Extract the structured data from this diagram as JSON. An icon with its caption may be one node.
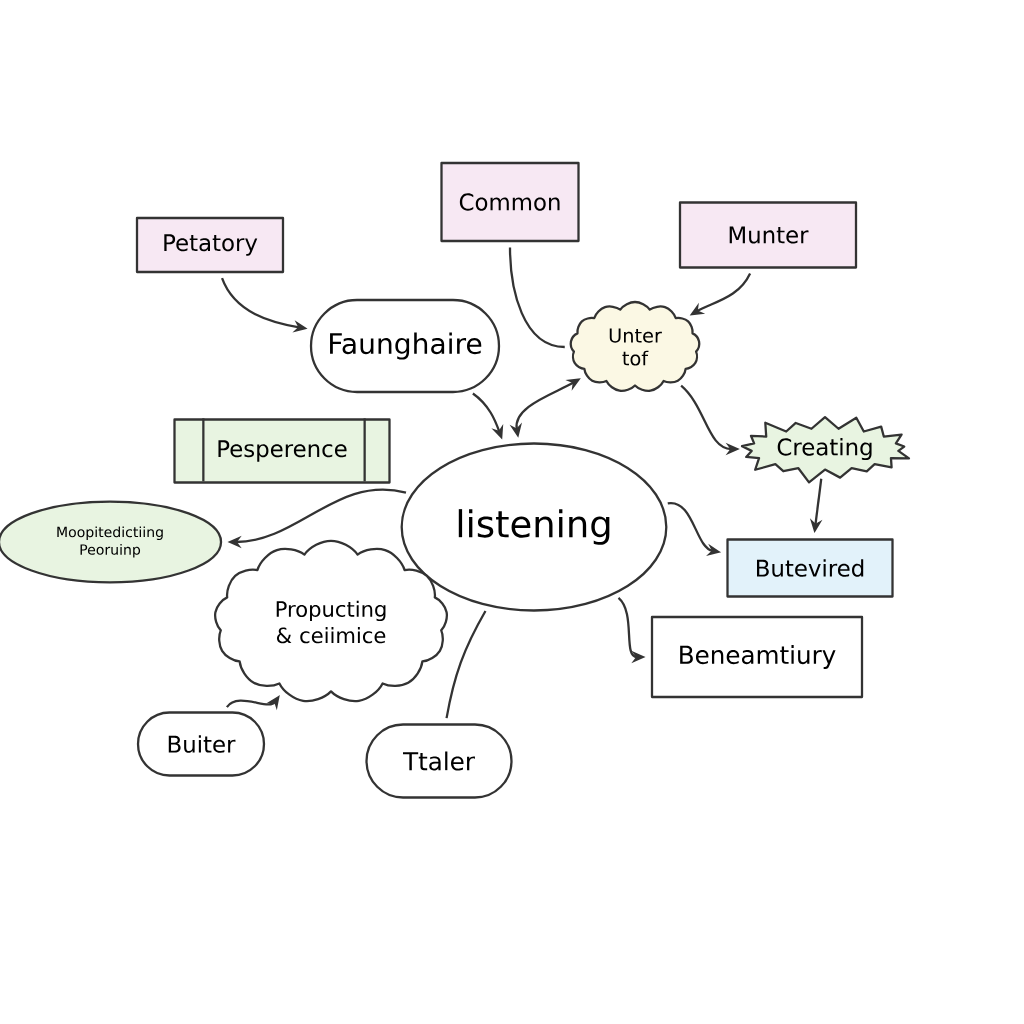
{
  "diagram": {
    "nodes": [
      {
        "text": [
          "Petatory"
        ]
      },
      {
        "text": [
          "Common"
        ]
      },
      {
        "text": [
          "Munter"
        ]
      },
      {
        "text": [
          "Faunghaire"
        ]
      },
      {
        "text": [
          "Unter tof"
        ]
      },
      {
        "text": [
          "Pesperence"
        ]
      },
      {
        "text": [
          "Creating"
        ]
      },
      {
        "text": [
          "listening"
        ]
      },
      {
        "text": [
          "Moopitedictiing Peoruinp"
        ]
      },
      {
        "text": [
          "Butevired"
        ]
      },
      {
        "text": [
          "Propucting & ceiimice"
        ]
      },
      {
        "text": [
          "Beneamtiury"
        ]
      },
      {
        "text": [
          "Buiter"
        ]
      },
      {
        "text": [
          "Ttaler"
        ]
      }
    ],
    "edges": [
      {
        "from": 0,
        "to": 3,
        "arrow": "to"
      },
      {
        "from": 1,
        "to": 4,
        "arrow": "none"
      },
      {
        "from": 2,
        "to": 4,
        "arrow": "to"
      },
      {
        "from": 3,
        "to": 7,
        "arrow": "to"
      },
      {
        "from": 7,
        "to": 4,
        "arrow": "both"
      },
      {
        "from": 4,
        "to": 6,
        "arrow": "to"
      },
      {
        "from": 7,
        "to": 8,
        "arrow": "to"
      },
      {
        "from": 6,
        "to": 9,
        "arrow": "to"
      },
      {
        "from": 7,
        "to": 9,
        "arrow": "to"
      },
      {
        "from": 7,
        "to": 11,
        "arrow": "to"
      },
      {
        "from": 12,
        "to": 10,
        "arrow": "to"
      },
      {
        "from": 7,
        "to": 13,
        "arrow": "none"
      }
    ]
  }
}
